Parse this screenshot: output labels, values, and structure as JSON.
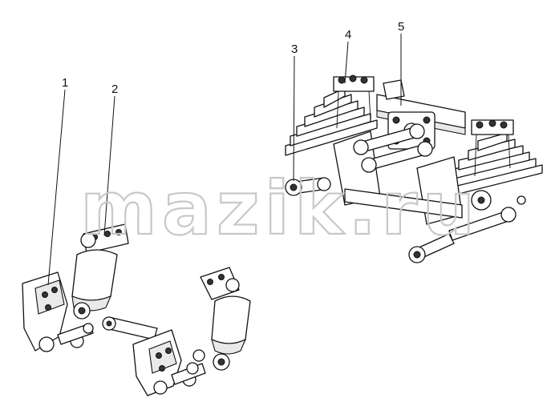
{
  "watermark": "mazik.ru",
  "callouts": [
    {
      "id": "1",
      "label": "1"
    },
    {
      "id": "2",
      "label": "2"
    },
    {
      "id": "3",
      "label": "3"
    },
    {
      "id": "4",
      "label": "4"
    },
    {
      "id": "5",
      "label": "5"
    }
  ]
}
